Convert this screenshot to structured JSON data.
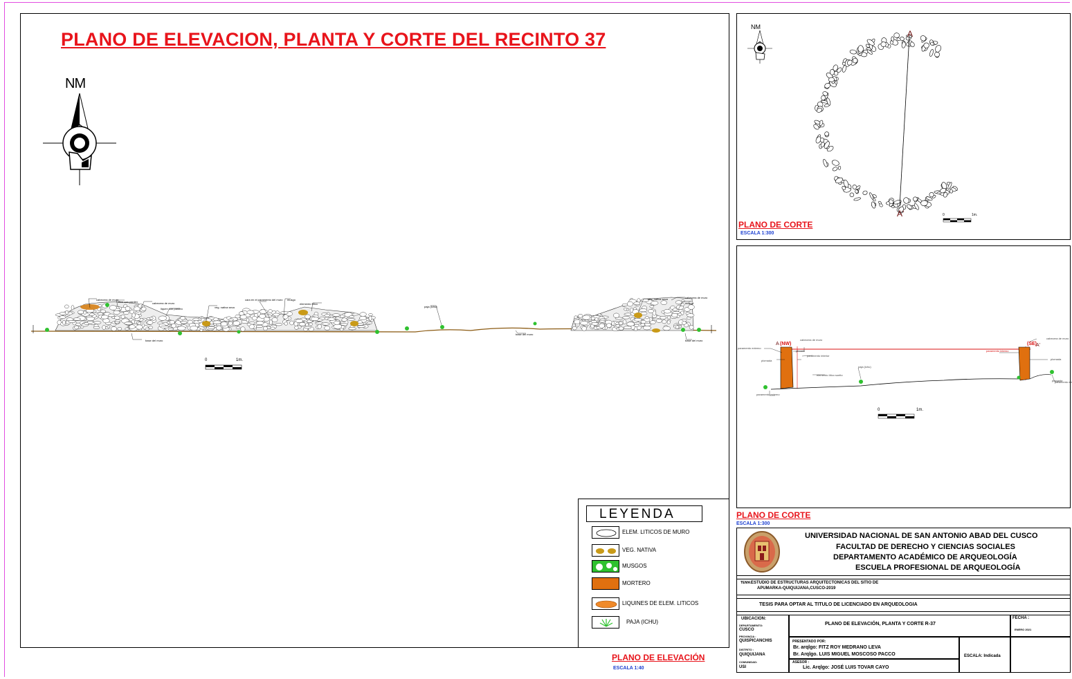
{
  "main_title": "PLANO DE ELEVACION, PLANTA Y CORTE DEL RECINTO 37",
  "north_main": "NM",
  "north_small": "NM",
  "elevation": {
    "label": "PLANO DE ELEVACIÓN",
    "scale": "ESCALA 1:40",
    "scalebar_zero": "0",
    "scalebar_end": "1m.",
    "annotations": [
      "cabecera de muro",
      "lítico con pardeo",
      "cabecera de muro",
      "liquen con pardeo",
      "veg. nativa seca",
      "cara en el paramento del muro",
      "musgo",
      "elemento lítico",
      "paja (ichu)",
      "veg. nativa seca",
      "cabecera de muro",
      "musgo",
      "base del muro",
      "base del muro",
      "base del muro"
    ]
  },
  "plan": {
    "label": "PLANO DE CORTE",
    "scale": "ESCALA 1:300",
    "point_a": "A",
    "point_a2": "A'",
    "scalebar_zero": "0",
    "scalebar_end": "1m."
  },
  "section": {
    "label": "PLANO DE CORTE",
    "scale": "ESCALA 1:300",
    "nw": "(NW)",
    "se": "(SE)",
    "a": "A",
    "a2": "A'",
    "scalebar_zero": "0",
    "scalebar_end": "1m.",
    "annotations": [
      "paramento externo",
      "cabecera de muro",
      "pircado",
      "paramento interior",
      "paramento interno",
      "cabecera de muro",
      "plomada",
      "paja (ichu)",
      "elemento lítico suelto",
      "paramento externo",
      "plomada",
      "plomada",
      "paramento externo"
    ]
  },
  "legend": {
    "title": "LEYENDA",
    "items": [
      "ELEM. LITICOS DE MURO",
      "VEG. NATIVA",
      "MUSGOS",
      "MORTERO",
      "LIQUINES DE ELEM. LITICOS",
      "PAJA (ICHU)"
    ]
  },
  "title_block": {
    "university": "UNIVERSIDAD NACIONAL DE SAN ANTONIO ABAD DEL CUSCO",
    "faculty": "FACULTAD DE DERECHO Y CIENCIAS SOCIALES",
    "department": "DEPARTAMENTO ACADÉMICO DE ARQUEOLOGÍA",
    "school": "ESCUELA  PROFESIONAL DE ARQUEOLOGÍA",
    "tema_label": "TEMA:",
    "tema_line1": "ESTUDIO DE ESTRUCTURAS ARQUITECTONICAS DEL SITIO DE",
    "tema_line2": "APUMARKA-QUIQUIJANA,CUSCO-2019",
    "thesis": "TESIS PARA OPTAR AL TITULO DE LICENCIADO EN ARQUEOLOGIA",
    "ubicacion": "UBICACION:",
    "departamento_label": "DEPARTAMENTO:",
    "departamento": "CUSCO",
    "provincia_label": "PROVINCIA :",
    "provincia": "QUISPICANCHIS",
    "distrito_label": "DISTRITO :",
    "distrito": "QUIQUIJANA",
    "comunidad_label": "COMUNIDAD:",
    "comunidad": "USI",
    "plano_title": "PLANO DE ELEVACIÓN, PLANTA Y CORTE R-37",
    "fecha_label": "FECHA :",
    "fecha": "ENERO 2021",
    "presentado_label": "PRESENTADO POR:",
    "author1": "Br. arqlgo: FITZ ROY MEDRANO LEVA",
    "author2": "Br. Arqlgo. LUIS MIGUEL MOSCOSO PACCO",
    "escala": "ESCALA: Indicada",
    "asesor_label": "ASESOR :",
    "asesor": "Lic. Arqlgo: JOSÉ LUIS TOVAR CAYO"
  },
  "colors": {
    "title_red": "#e8141b",
    "label_blue": "#1b3fd0",
    "mortar": "#e0700f",
    "moss": "#2fc12f",
    "vegetation": "#c99a18",
    "border_magenta": "#e24ce0"
  }
}
